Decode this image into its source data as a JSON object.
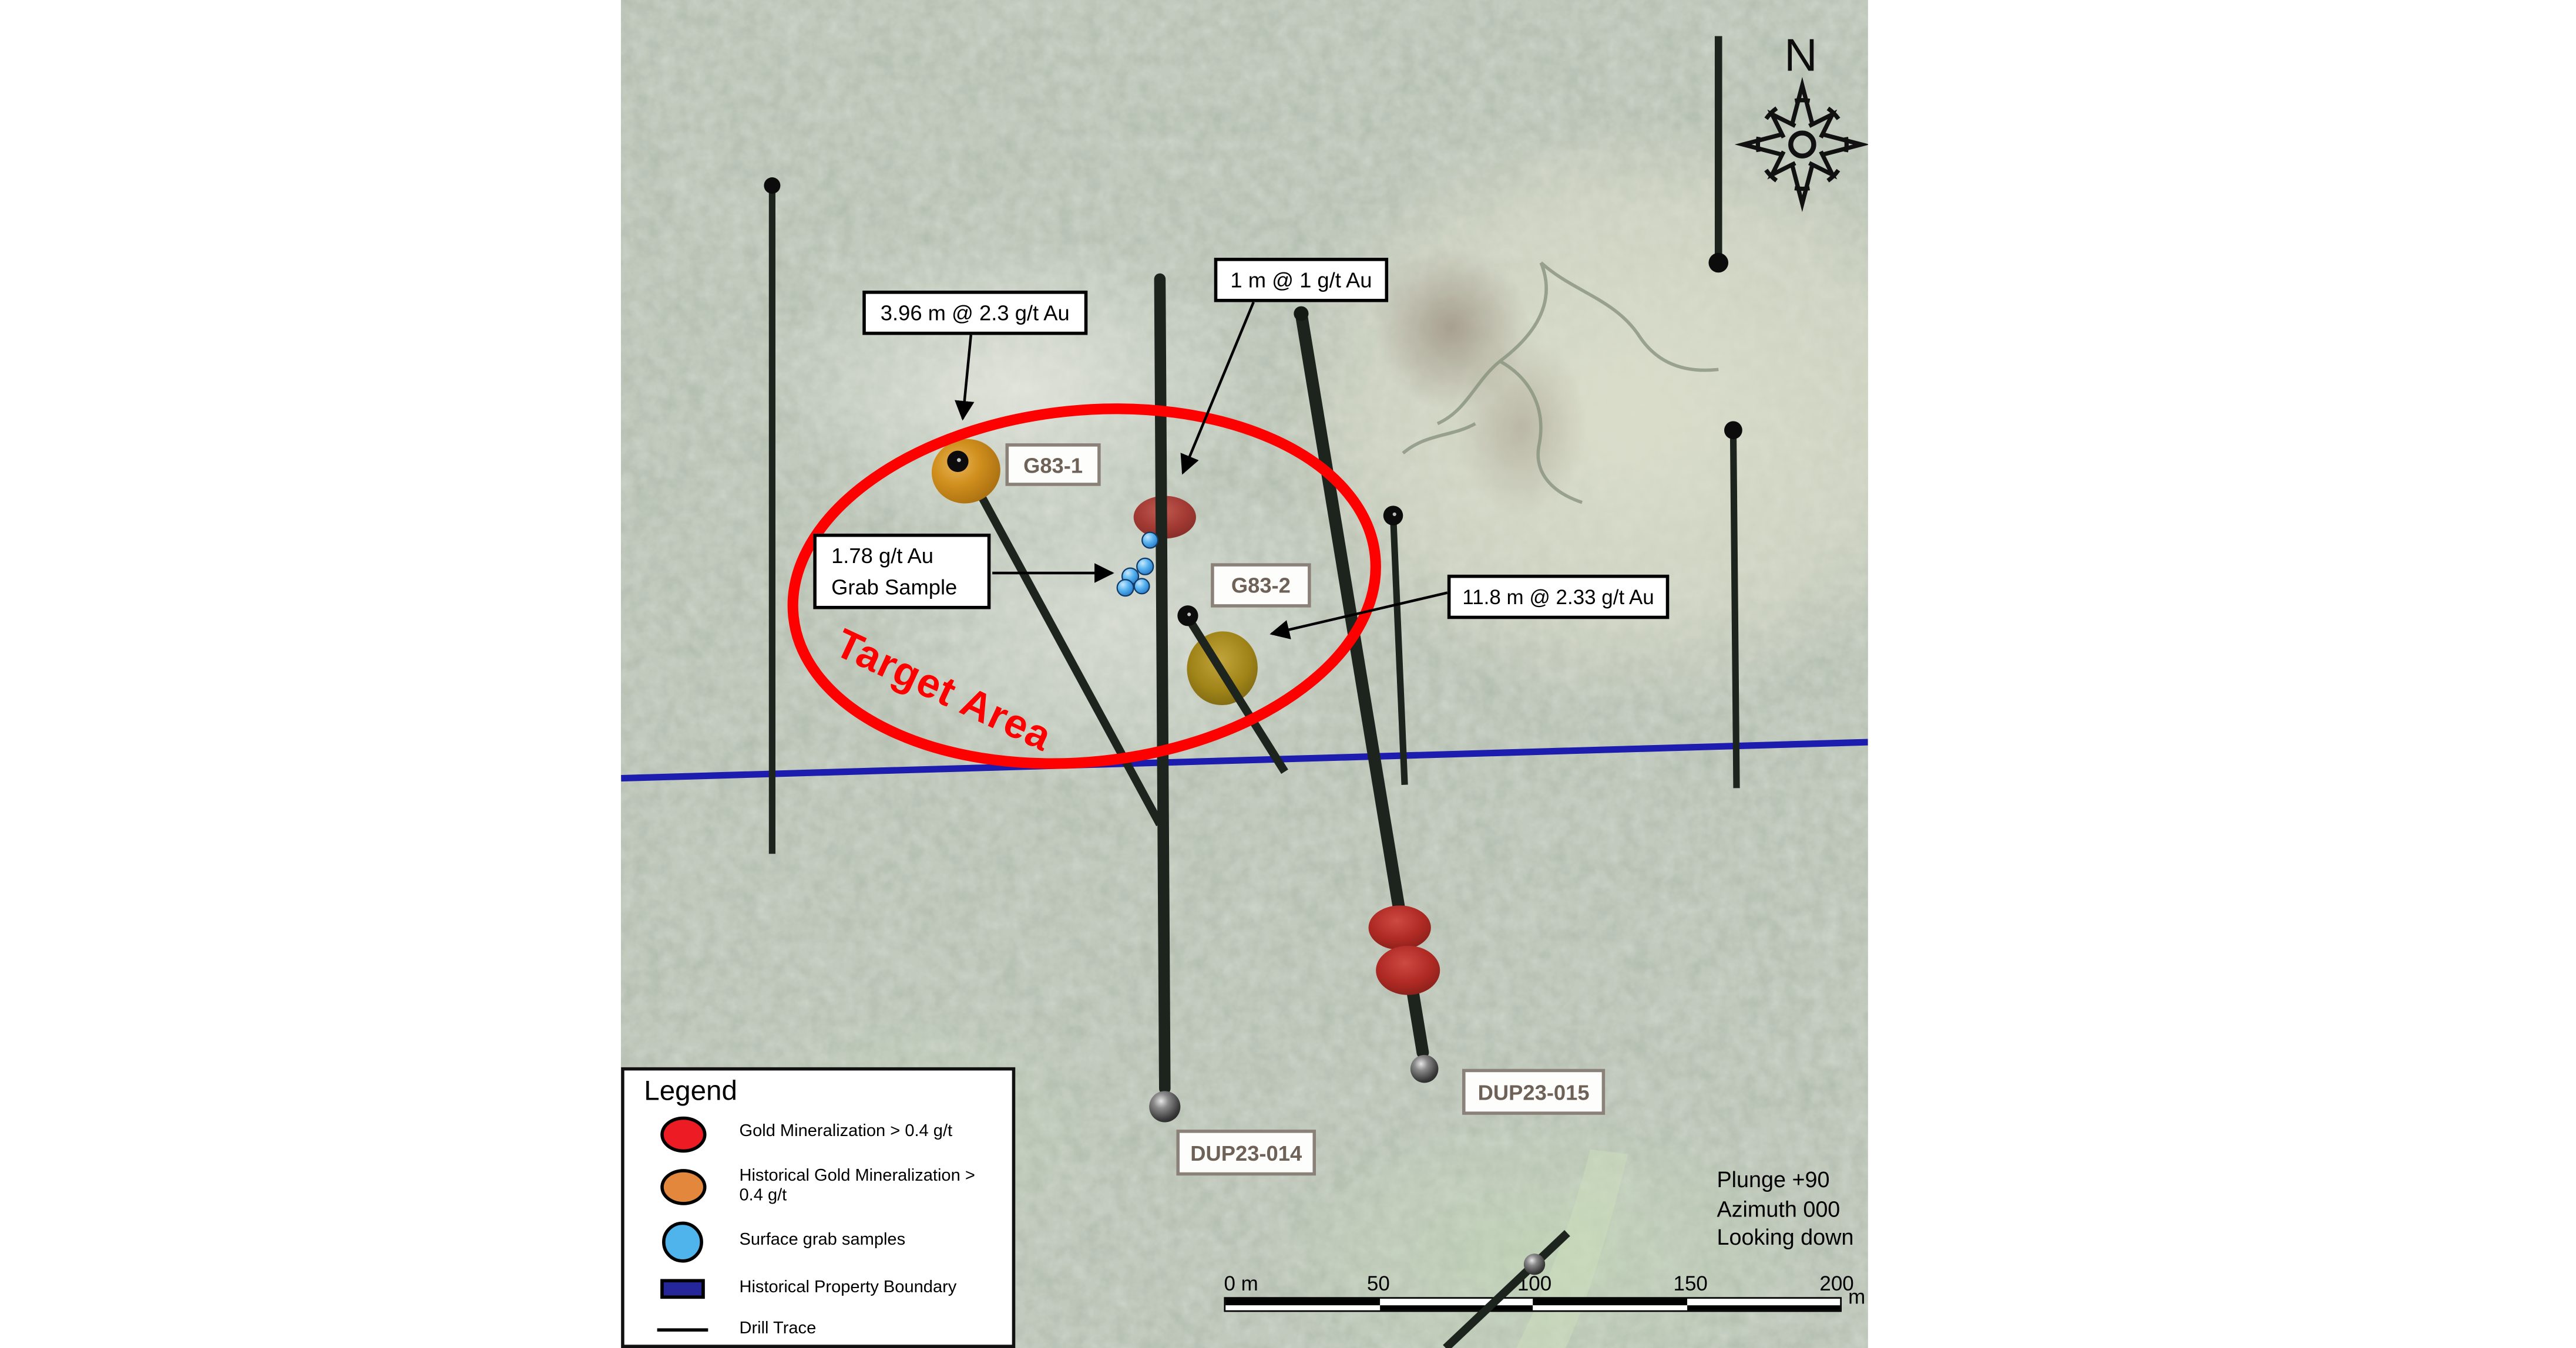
{
  "figure": {
    "north_label": "N",
    "target_area_label": "Target Area",
    "orientation_lines": [
      "Plunge +90",
      "Azimuth 000",
      "Looking down"
    ],
    "callouts": {
      "g83_1_intercept": "3.96 m @ 2.3 g/t Au",
      "dup23_014_intercept": "1 m @ 1 g/t Au",
      "grab_sample_line1": "1.78 g/t Au",
      "grab_sample_line2": "Grab Sample",
      "g83_2_intercept": "11.8 m @ 2.33 g/t Au"
    },
    "hole_labels": {
      "g83_1": "G83-1",
      "g83_2": "G83-2",
      "dup23_014": "DUP23-014",
      "dup23_015": "DUP23-015"
    },
    "scale_bar": {
      "tick0": "0 m",
      "tick50": "50",
      "tick100": "100",
      "tick150": "150",
      "tick200": "200",
      "unit": "m"
    }
  },
  "legend": {
    "title": "Legend",
    "items": [
      {
        "name": "gold-mineralization",
        "label": "Gold Mineralization > 0.4 g/t",
        "color": "#ED1C24"
      },
      {
        "name": "historical-gold-mineralization",
        "label": "Historical Gold Mineralization >",
        "label2": "0.4 g/t",
        "color": "#E2873B"
      },
      {
        "name": "surface-grab-samples",
        "label": "Surface grab samples",
        "color": "#4FB4EC"
      },
      {
        "name": "historical-property-boundary",
        "label": "Historical Property Boundary",
        "color": "#26269B"
      },
      {
        "name": "drill-trace",
        "label": "Drill Trace",
        "color": "#000000"
      }
    ]
  },
  "colors": {
    "target_ellipse": "#FE0000",
    "target_text": "#FE0000",
    "property_boundary": "#1C1CAE",
    "drill_trace": "#1D241D",
    "gold_blob": "#A23A33",
    "historical_blob_g83_1": "#D08F1D",
    "historical_blob_g83_2": "#A08418",
    "grab_sample_dot": "#58B4F0",
    "hole_label_text": "#6E6157",
    "map_base": "#B3BCAE"
  }
}
